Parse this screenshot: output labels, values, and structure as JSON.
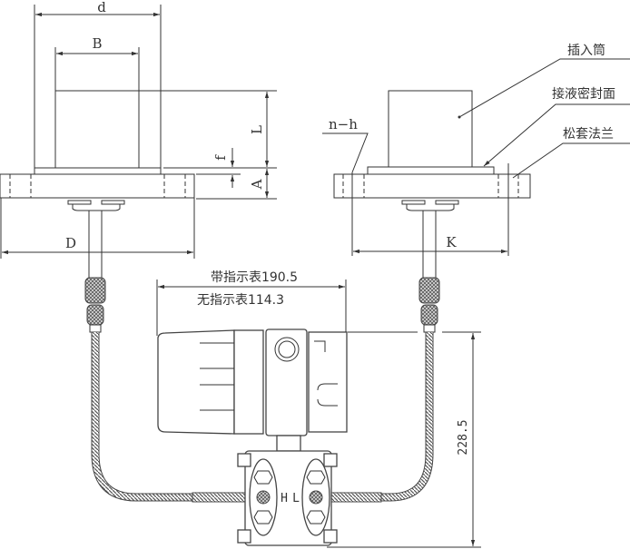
{
  "left_view": {
    "dim_d": "d",
    "dim_B": "B",
    "dim_L": "L",
    "dim_f": "f",
    "dim_A": "A",
    "dim_D": "D"
  },
  "right_view": {
    "dim_nh": "n−h",
    "dim_K": "K",
    "label_insert": "插入筒",
    "label_seal_face": "接液密封面",
    "label_flange": "松套法兰"
  },
  "transmitter": {
    "width_with_indicator": "带指示表190.5",
    "width_without_indicator": "无指示表114.3",
    "height": "228.5",
    "port_high": "H",
    "port_low": "L"
  }
}
